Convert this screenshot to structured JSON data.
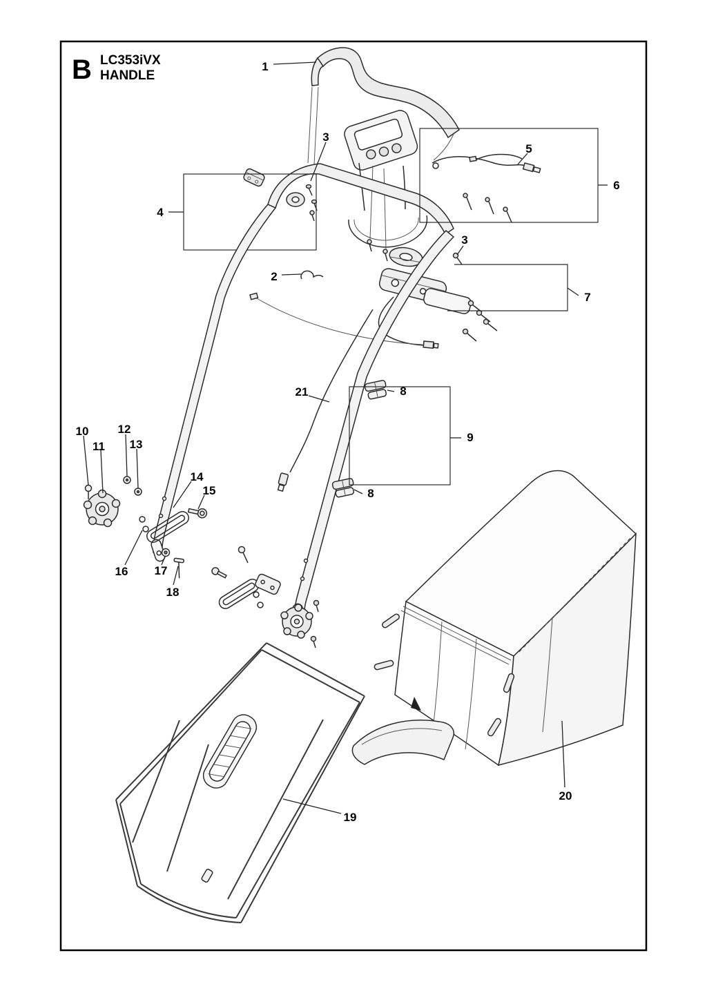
{
  "header": {
    "section_letter": "B",
    "model": "LC353iVX",
    "title": "HANDLE"
  },
  "callouts": [
    {
      "label": "1"
    },
    {
      "label": "3"
    },
    {
      "label": "5"
    },
    {
      "label": "6"
    },
    {
      "label": "4"
    },
    {
      "label": "3"
    },
    {
      "label": "2"
    },
    {
      "label": "7"
    },
    {
      "label": "21"
    },
    {
      "label": "8"
    },
    {
      "label": "9"
    },
    {
      "label": "10"
    },
    {
      "label": "11"
    },
    {
      "label": "12"
    },
    {
      "label": "13"
    },
    {
      "label": "14"
    },
    {
      "label": "15"
    },
    {
      "label": "8"
    },
    {
      "label": "16"
    },
    {
      "label": "17"
    },
    {
      "label": "18"
    },
    {
      "label": "19"
    },
    {
      "label": "20"
    }
  ],
  "colors": {
    "line": "#1a1a1a",
    "background": "#ffffff"
  }
}
